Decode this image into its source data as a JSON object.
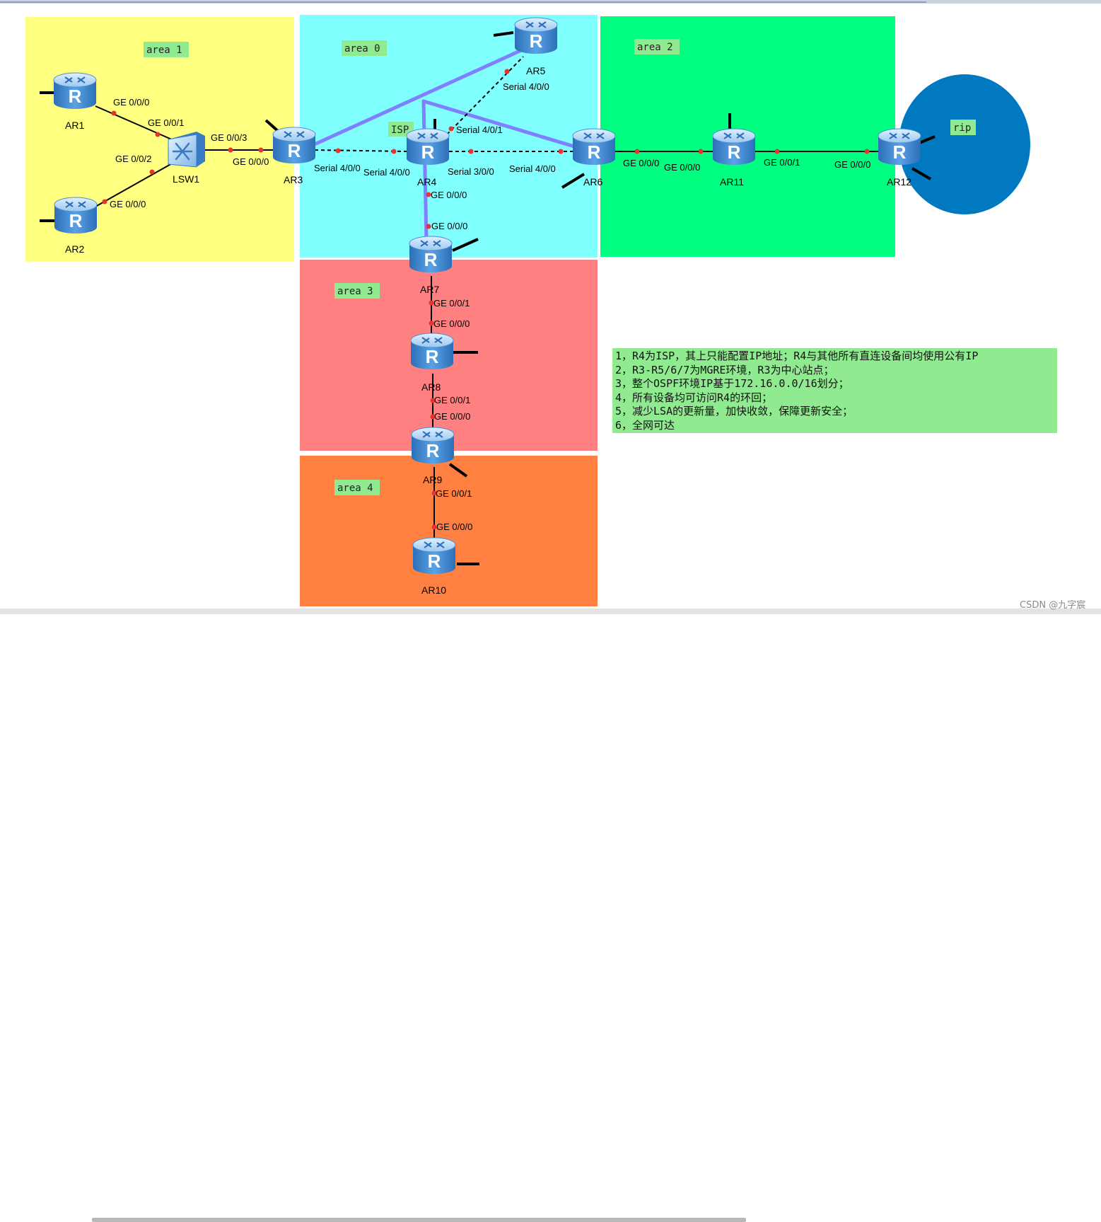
{
  "areas": {
    "area1": "area 1",
    "area0": "area 0",
    "area2": "area 2",
    "area3": "area 3",
    "area4": "area 4",
    "rip": "rip",
    "isp": "ISP"
  },
  "colors": {
    "area1": "#ffff80",
    "area0": "#80ffff",
    "area2": "#00ff80",
    "area3": "#ff8080",
    "area4": "#ff8040",
    "rip": "#0079c1",
    "label_bg": "#90ea90",
    "tunnel": "#8080ff",
    "port_dot": "#e8332e",
    "router_body": "#4a8fd4"
  },
  "devices": {
    "ar1": "AR1",
    "ar2": "AR2",
    "lsw1": "LSW1",
    "ar3": "AR3",
    "ar4": "AR4",
    "ar5": "AR5",
    "ar6": "AR6",
    "ar7": "AR7",
    "ar8": "AR8",
    "ar9": "AR9",
    "ar10": "AR10",
    "ar11": "AR11",
    "ar12": "AR12",
    "router_glyph": "R"
  },
  "ports": {
    "ar1_ge000": "GE 0/0/0",
    "lsw_ge001": "GE 0/0/1",
    "lsw_ge002": "GE 0/0/2",
    "ar2_ge000": "GE 0/0/0",
    "lsw_ge003": "GE 0/0/3",
    "ar3_ge000": "GE 0/0/0",
    "ar3_s400": "Serial 4/0/0",
    "ar4_s400": "Serial 4/0/0",
    "ar4_s401": "Serial 4/0/1",
    "ar4_s300": "Serial 3/0/0",
    "ar5_s400": "Serial 4/0/0",
    "ar6_s400": "Serial 4/0/0",
    "ar4_ge000": "GE 0/0/0",
    "ar7_ge000": "GE 0/0/0",
    "ar7_ge001": "GE 0/0/1",
    "ar8_ge000": "GE 0/0/0",
    "ar8_ge001": "GE 0/0/1",
    "ar9_ge000": "GE 0/0/0",
    "ar9_ge001": "GE 0/0/1",
    "ar10_ge000": "GE 0/0/0",
    "ar6_ge000": "GE 0/0/0",
    "ar11_ge000": "GE 0/0/0",
    "ar11_ge001": "GE 0/0/1",
    "ar12_ge000": "GE 0/0/0"
  },
  "notes": [
    "1，R4为ISP，其上只能配置IP地址；R4与其他所有直连设备间均使用公有IP",
    "2，R3-R5/6/7为MGRE环境，R3为中心站点；",
    "3，整个OSPF环境IP基于172.16.0.0/16划分；",
    "4，所有设备均可访问R4的环回；",
    "5，减少LSA的更新量，加快收敛，保障更新安全；",
    "6，全网可达"
  ],
  "watermark": "CSDN @九字宸"
}
